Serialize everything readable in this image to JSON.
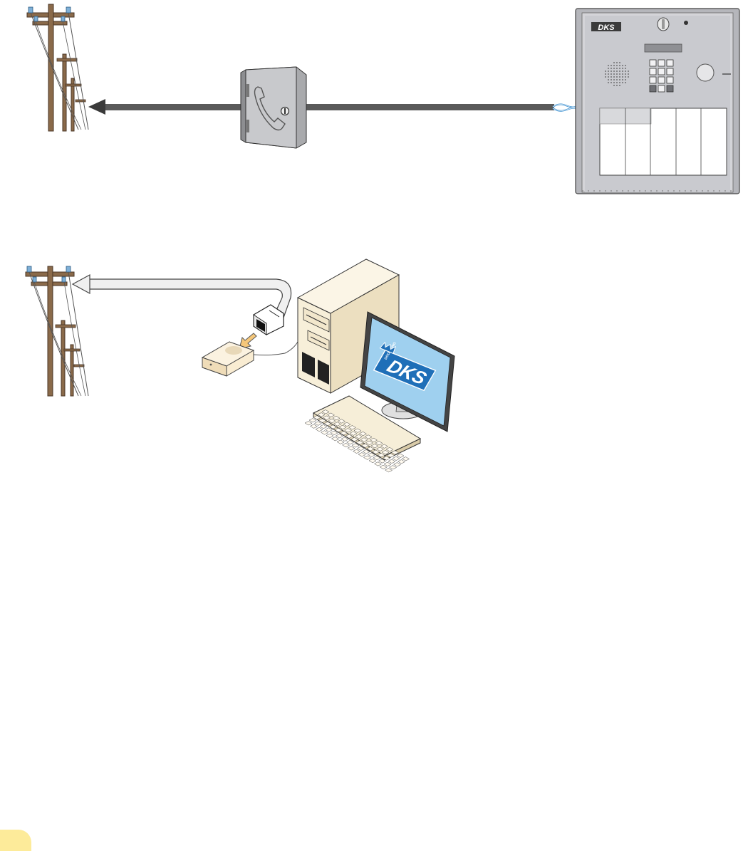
{
  "brand": {
    "logo_text": "DKS",
    "ring_text": "DOORKING"
  },
  "colors": {
    "pole_wood": "#8a6a4a",
    "pole_outline": "#4a3626",
    "insulator": "#7fb0d8",
    "trunk_line": "#5a5a5a",
    "arrow_head": "#3a3a3a",
    "panel_face": "#d4d4d8",
    "panel_inner": "#c2c3c8",
    "box_gray": "#c8c9cc",
    "wire_blue": "#3a8fd0",
    "pc_beige": "#f7efd9",
    "screen_blue": "#9fd0ef",
    "logo_blue": "#1f6fb8",
    "cable_gray": "#f0f0f0",
    "modem_beige": "#f9ecd2",
    "tab_yellow": "#fdeb9a"
  },
  "scene_top": {
    "components": [
      "telephone-pole",
      "telephone-lines-arrow",
      "telephone-junction-box",
      "entry-system-panel"
    ]
  },
  "scene_bottom": {
    "components": [
      "telephone-pole",
      "phone-cable",
      "rj11-plug",
      "modem",
      "pc-tower",
      "monitor",
      "keyboard"
    ]
  }
}
